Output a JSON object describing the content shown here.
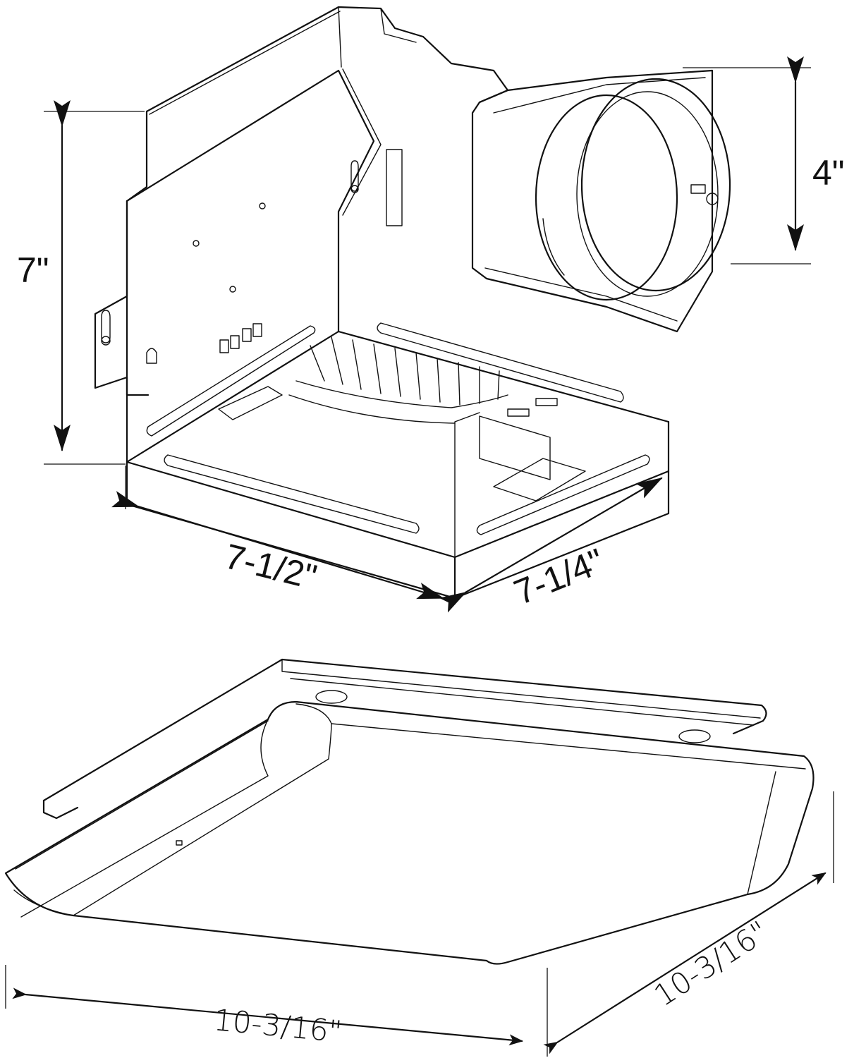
{
  "fan_housing": {
    "height_label": "7\"",
    "duct_label": "4\"",
    "width_label": "7-1/2\"",
    "depth_label": "7-1/4\""
  },
  "grille": {
    "width_label": "10-3/16\"",
    "depth_label": "10-3/16\""
  }
}
